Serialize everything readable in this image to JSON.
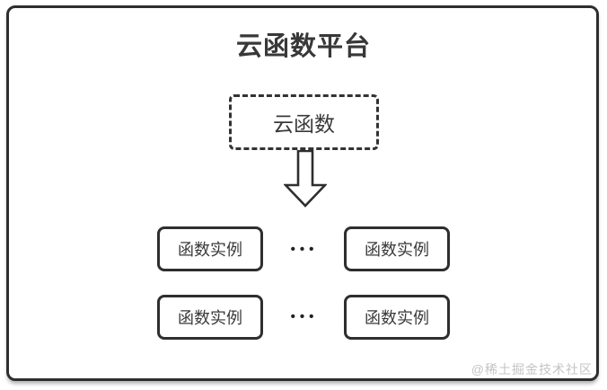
{
  "diagram": {
    "title": "云函数平台",
    "cloud_function_box": {
      "label": "云函数"
    },
    "arrow": {
      "icon": "down-arrow-icon",
      "direction": "down"
    },
    "rows": [
      {
        "boxes": [
          "函数实例",
          "函数实例"
        ],
        "ellipsis": "•••"
      },
      {
        "boxes": [
          "函数实例",
          "函数实例"
        ],
        "ellipsis": "•••"
      }
    ],
    "watermark": "@稀土掘金技术社区"
  },
  "colors": {
    "border": "#2e2e2e",
    "text": "#3a3a3a",
    "title": "#383838",
    "watermark": "#c4c4c4",
    "background": "#ffffff"
  }
}
